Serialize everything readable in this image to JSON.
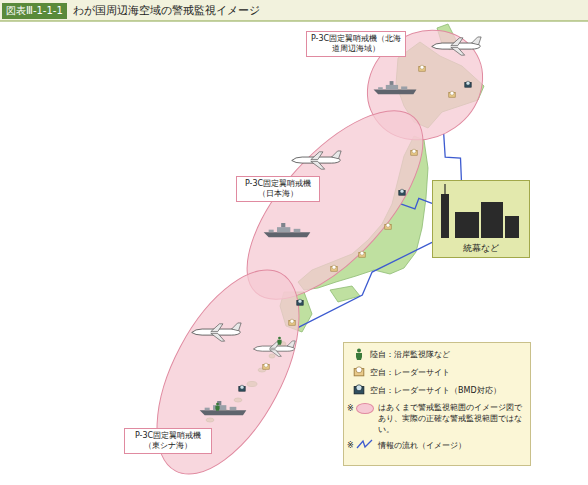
{
  "diagram": {
    "title": "わが国周辺海空域の警戒監視イメージ",
    "nodes": [
      {
        "text": [
          "P-3C固定翼哨戒機（北海道周辺海域）"
        ]
      },
      {
        "text": [
          "P-3C固定翼哨戒機（日本海）"
        ]
      },
      {
        "text": [
          "P-3C固定翼哨戒機（東シナ海）"
        ]
      },
      {
        "text": [
          "統幕など"
        ]
      }
    ],
    "edges": [
      {
        "from": 0,
        "to": 3,
        "arrow": "none"
      },
      {
        "from": 1,
        "to": 3,
        "arrow": "none"
      },
      {
        "from": 2,
        "to": 3,
        "arrow": "none"
      }
    ],
    "labels": [
      "図表Ⅲ-1-1-1",
      "※",
      "※"
    ],
    "legend": [
      {
        "text": "陸自：沿岸監視隊など"
      },
      {
        "text": "空自：レーダーサイト"
      },
      {
        "text": "空自：レーダーサイト（BMD対応）"
      },
      {
        "text": "はあくまで警戒監視範囲のイメージ図であり、実際の正確な警戒監視範囲ではない。",
        "color": "#f6c9d3"
      },
      {
        "text": "情報の流れ（イメージ）"
      }
    ]
  }
}
